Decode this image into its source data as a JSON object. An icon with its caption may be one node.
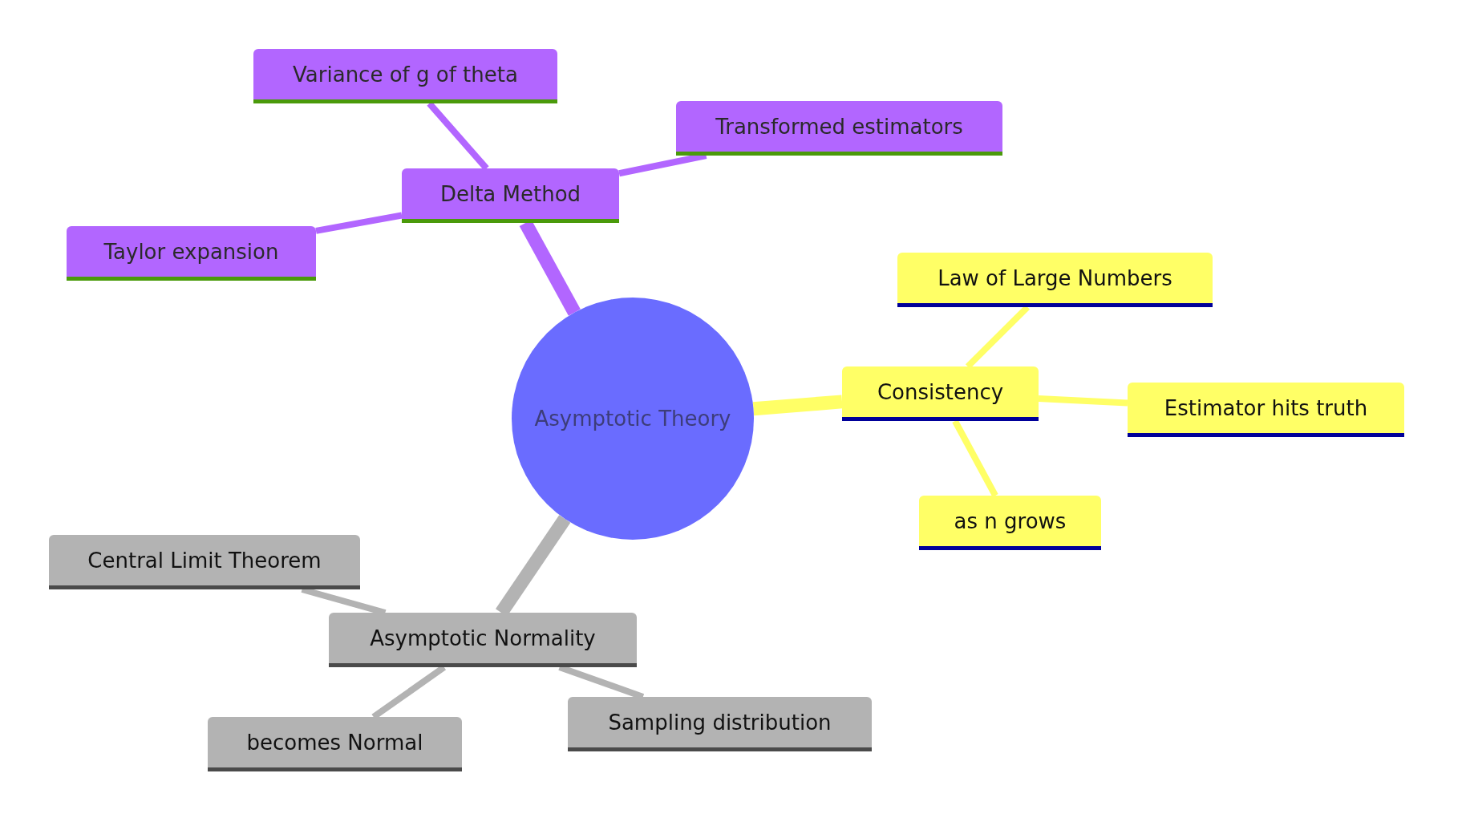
{
  "diagram": {
    "nodes": [
      {
        "text": [
          "Asymptotic Theory"
        ]
      },
      {
        "text": [
          "Delta Method"
        ]
      },
      {
        "text": [
          "Variance of g of theta"
        ]
      },
      {
        "text": [
          "Transformed estimators"
        ]
      },
      {
        "text": [
          "Taylor expansion"
        ]
      },
      {
        "text": [
          "Consistency"
        ]
      },
      {
        "text": [
          "Law of Large Numbers"
        ]
      },
      {
        "text": [
          "Estimator hits truth"
        ]
      },
      {
        "text": [
          "as n grows"
        ]
      },
      {
        "text": [
          "Asymptotic Normality"
        ]
      },
      {
        "text": [
          "Central Limit Theorem"
        ]
      },
      {
        "text": [
          "becomes Normal"
        ]
      },
      {
        "text": [
          "Sampling distribution"
        ]
      }
    ],
    "edges": [
      {
        "from": 0,
        "to": 1,
        "arrow": "none",
        "style": "thick",
        "color": "#b266ff"
      },
      {
        "from": 1,
        "to": 2,
        "arrow": "none",
        "color": "#b266ff"
      },
      {
        "from": 1,
        "to": 3,
        "arrow": "none",
        "color": "#b266ff"
      },
      {
        "from": 1,
        "to": 4,
        "arrow": "none",
        "color": "#b266ff"
      },
      {
        "from": 0,
        "to": 5,
        "arrow": "none",
        "style": "thick",
        "color": "#ffff66"
      },
      {
        "from": 5,
        "to": 6,
        "arrow": "none",
        "color": "#ffff66"
      },
      {
        "from": 5,
        "to": 7,
        "arrow": "none",
        "color": "#ffff66"
      },
      {
        "from": 5,
        "to": 8,
        "arrow": "none",
        "color": "#ffff66"
      },
      {
        "from": 0,
        "to": 9,
        "arrow": "none",
        "style": "thick",
        "color": "#b3b3b3"
      },
      {
        "from": 9,
        "to": 10,
        "arrow": "none",
        "color": "#b3b3b3"
      },
      {
        "from": 9,
        "to": 11,
        "arrow": "none",
        "color": "#b3b3b3"
      },
      {
        "from": 9,
        "to": 12,
        "arrow": "none",
        "color": "#b3b3b3"
      }
    ]
  }
}
